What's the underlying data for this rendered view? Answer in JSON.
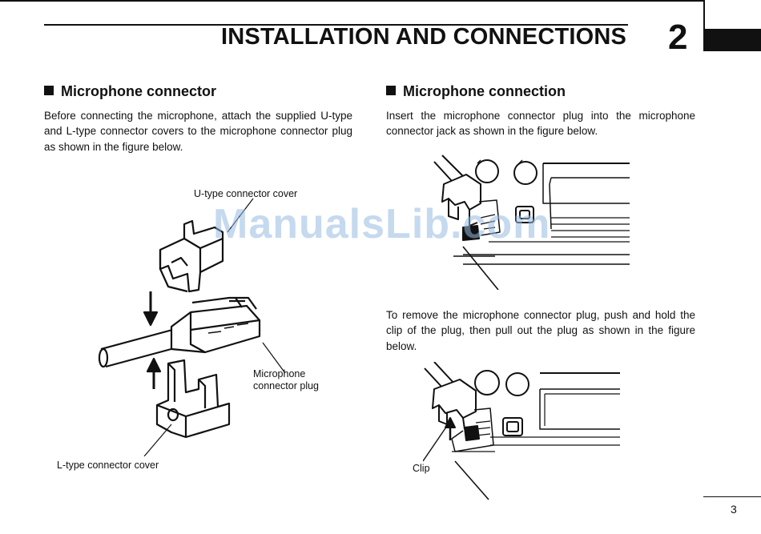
{
  "header": {
    "title": "INSTALLATION AND CONNECTIONS",
    "chapter_number": "2"
  },
  "left": {
    "heading": "Microphone connector",
    "paragraph_lines": [
      "Before connecting the microphone, attach the supplied U-type",
      "and L-type connector covers to the microphone connector plug",
      "as shown in the figure below."
    ],
    "labels": {
      "u_cover": "U-type connector cover",
      "mic_plug_line1": "Microphone",
      "mic_plug_line2": "connector plug",
      "l_cover": "L-type connector cover"
    }
  },
  "right": {
    "heading": "Microphone connection",
    "paragraph1_lines": [
      "Insert the microphone connector plug into the microphone",
      "connector jack as shown in the figure below."
    ],
    "paragraph2_lines": [
      "To remove the microphone connector plug, push and hold the",
      "clip of the plug, then pull out the plug as shown in the figure",
      "below."
    ],
    "labels": {
      "clip": "Clip"
    }
  },
  "watermark": "ManualsLib.com",
  "page_number": "3"
}
